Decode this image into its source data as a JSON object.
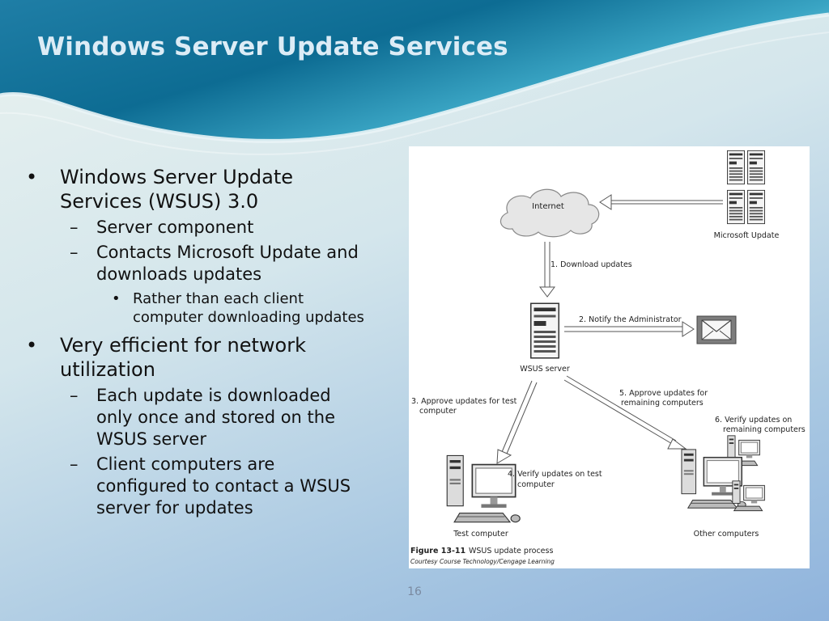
{
  "slide": {
    "title": "Windows Server Update Services",
    "bullets": [
      {
        "level": 1,
        "lines": [
          "Windows Server Update",
          "Services (WSUS) 3.0"
        ]
      },
      {
        "level": 2,
        "lines": [
          "Server component"
        ]
      },
      {
        "level": 2,
        "lines": [
          "Contacts Microsoft Update and",
          "downloads updates"
        ]
      },
      {
        "level": 3,
        "lines": [
          "Rather than each client",
          "computer downloading updates"
        ]
      },
      {
        "level": 1,
        "lines": [
          "Very efficient for network",
          "utilization"
        ]
      },
      {
        "level": 2,
        "lines": [
          "Each update is downloaded",
          "only once and stored on the",
          "WSUS server"
        ]
      },
      {
        "level": 2,
        "lines": [
          "Client computers are",
          "configured to contact a WSUS",
          "server for updates"
        ]
      }
    ],
    "page_number": "16"
  },
  "figure": {
    "internet_label": "Internet",
    "microsoft_update_label": "Microsoft Update",
    "step1": "1. Download updates",
    "step2": "2. Notify the Administrator",
    "wsus_server_label": "WSUS server",
    "step3": [
      "3. Approve updates for test",
      "computer"
    ],
    "step4": [
      "4. Verify updates on test",
      "computer"
    ],
    "step5": [
      "5. Approve updates for",
      "remaining computers"
    ],
    "step6": [
      "6. Verify updates on",
      "remaining computers"
    ],
    "test_computer_label": "Test computer",
    "other_computers_label": "Other computers",
    "caption_number": "Figure 13-11",
    "caption_text": "WSUS update process",
    "credit": "Courtesy Course Technology/Cengage Learning"
  },
  "icons": [
    "cloud-icon",
    "server-rack-icon",
    "server-tower-icon",
    "envelope-icon",
    "desktop-computer-icon"
  ],
  "colors": {
    "title": "#dcecf6",
    "header_dark": "#0b5a82",
    "header_light": "#7cc7de",
    "body_text": "#111111"
  }
}
